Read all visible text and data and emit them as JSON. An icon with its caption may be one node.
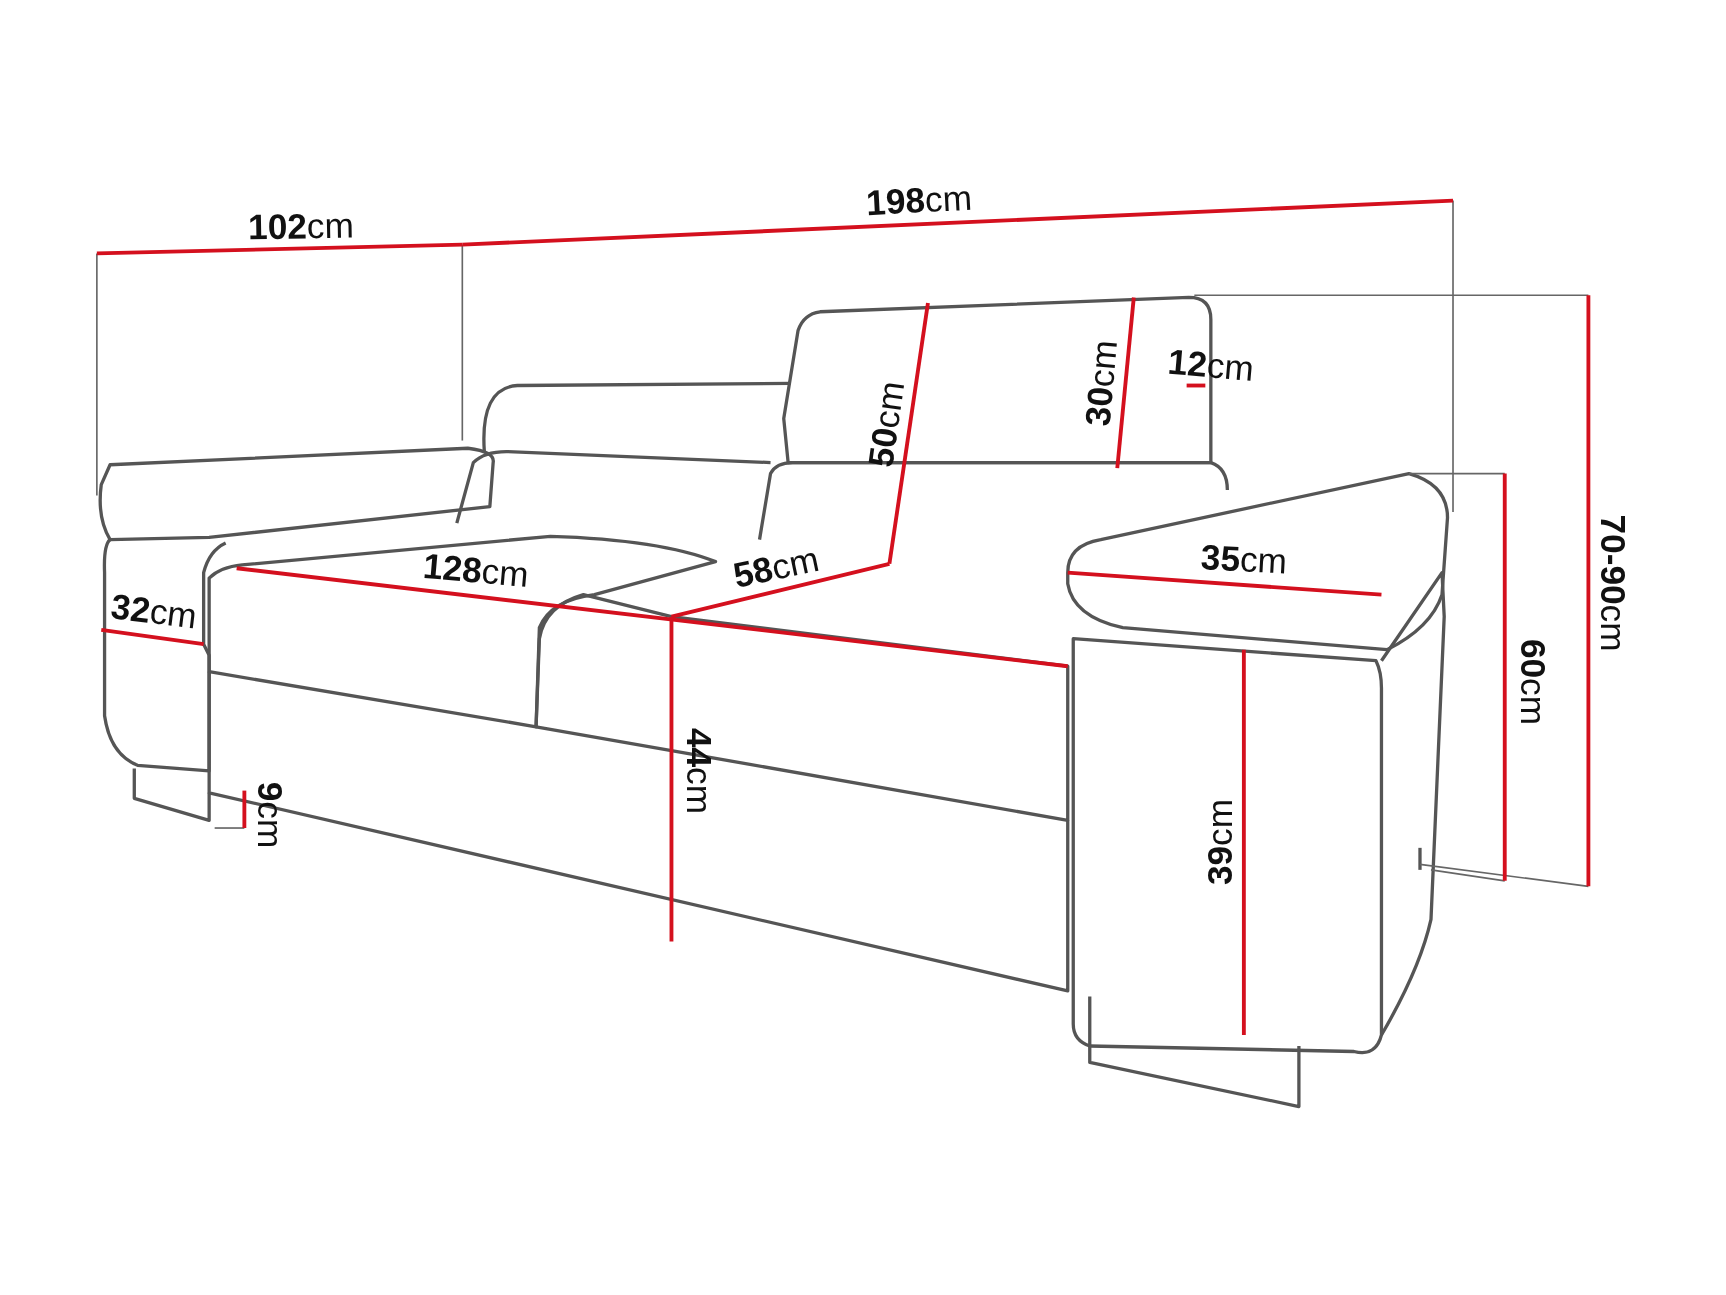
{
  "diagram": {
    "labels": [
      "**198**cm",
      "**102**cm",
      "**30**cm",
      "**12**cm",
      "**50**cm",
      "**70-90**cm",
      "**35**cm",
      "**128**cm",
      "**58**cm",
      "**32**cm",
      "**60**cm",
      "**44**cm",
      "**9**cm",
      "**39**cm"
    ]
  }
}
